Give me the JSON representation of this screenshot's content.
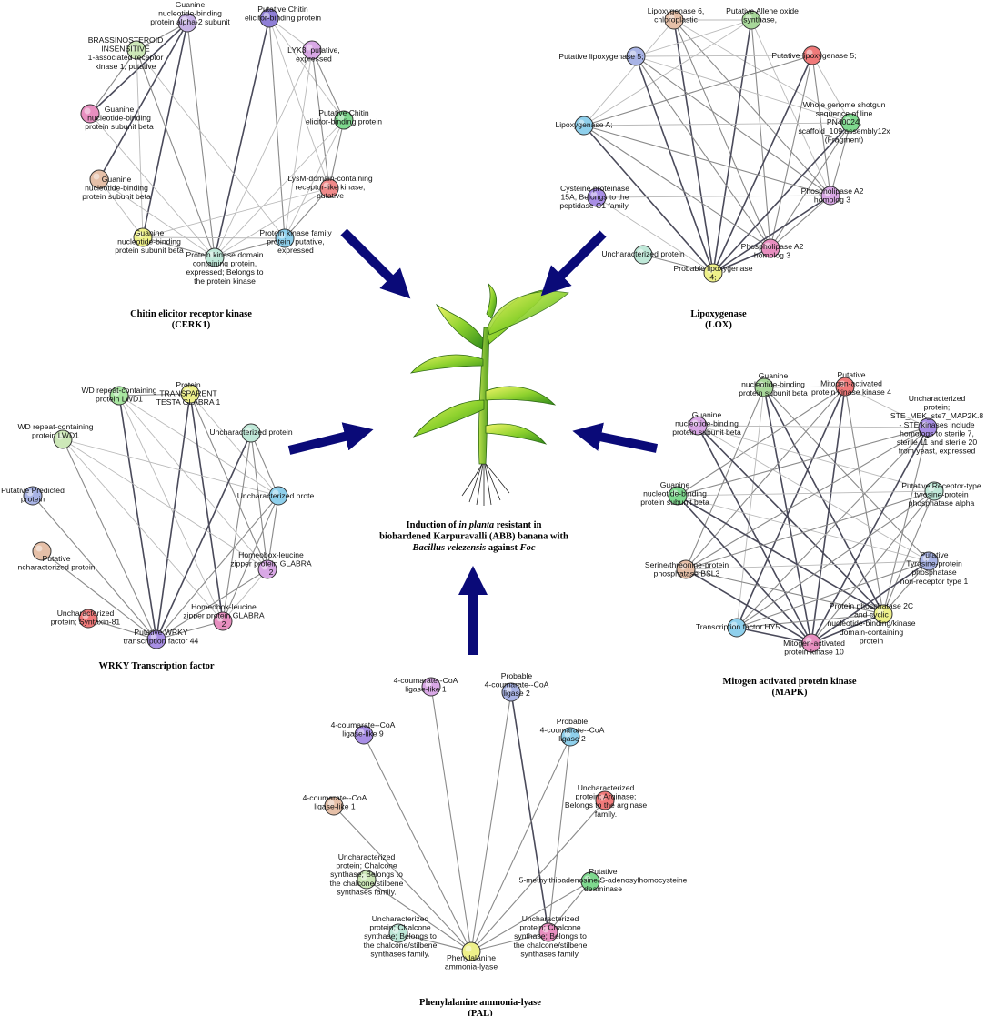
{
  "center": {
    "lines": [
      [
        {
          "t": "Induction of ",
          "i": false
        },
        {
          "t": "in planta",
          "i": true
        },
        {
          "t": " resistant in",
          "i": false
        }
      ],
      [
        {
          "t": "biohardened Karpuravalli (ABB) banana with",
          "i": false
        }
      ],
      [
        {
          "t": "Bacillus velezensis",
          "i": true
        },
        {
          "t": " against ",
          "i": false
        },
        {
          "t": "Foc",
          "i": true
        }
      ]
    ]
  },
  "networks": [
    {
      "id": "cerk1",
      "caption": [
        "Chitin elicitor receptor kinase",
        "(CERK1)"
      ],
      "nodes": [
        {
          "id": "g2",
          "label": [
            "Guanine",
            "nucleotide-binding",
            "protein alpha-2 subunit"
          ],
          "color": "#c8b3e6"
        },
        {
          "id": "pce1",
          "label": [
            "Putative Chitin",
            "elicitor-binding protein"
          ],
          "color": "#8f7fd6"
        },
        {
          "id": "bri",
          "label": [
            "BRASSINOSTEROID",
            "INSENSITIVE",
            "1-associated receptor",
            "kinase 1, putative"
          ],
          "color": "#cde8b8"
        },
        {
          "id": "lyk",
          "label": [
            "LYK3, putative,",
            "expressed"
          ],
          "color": "#d9a8e6"
        },
        {
          "id": "gb1",
          "label": [
            "Guanine",
            "nucleotide-binding",
            "protein subunit beta"
          ],
          "color": "#e88fc0"
        },
        {
          "id": "pce2",
          "label": [
            "Putative Chitin",
            "elicitor-binding protein"
          ],
          "color": "#7fd98f"
        },
        {
          "id": "gb2",
          "label": [
            "Guanine",
            "nucleotide-binding",
            "protein subunit beta"
          ],
          "color": "#e6c0a8"
        },
        {
          "id": "lysm",
          "label": [
            "LysM-domain-containing",
            "receptor-like kinase,",
            "putative"
          ],
          "color": "#f08a8a"
        },
        {
          "id": "gb3",
          "label": [
            "Guanine",
            "nucleotide-binding",
            "protein subunit beta"
          ],
          "color": "#eef08a"
        },
        {
          "id": "pkfam",
          "label": [
            "Protein kinase family",
            "protein, putative,",
            "expressed"
          ],
          "color": "#8fd0ec"
        },
        {
          "id": "pkdom",
          "label": [
            "Protein kinase domain",
            "containing protein,",
            "expressed; Belongs to",
            "the protein kinase"
          ],
          "color": "#bfe8d8"
        }
      ]
    },
    {
      "id": "lox",
      "caption": [
        "Lipoxygenase",
        "(LOX)"
      ],
      "nodes": [
        {
          "id": "lox6",
          "label": [
            "Lipoxygenase 6,",
            "chloroplastic"
          ],
          "color": "#e6c0a8"
        },
        {
          "id": "aos",
          "label": [
            "Putative Allene oxide",
            "synthase, ."
          ],
          "color": "#a8d89a"
        },
        {
          "id": "plox5a",
          "label": [
            "Putative lipoxygenase 5;"
          ],
          "color": "#a9b4e6"
        },
        {
          "id": "plox5b",
          "label": [
            "Putative lipoxygenase 5;"
          ],
          "color": "#f07a7a"
        },
        {
          "id": "wgs",
          "label": [
            "Whole genome shotgun",
            "sequence of line",
            "PN40024,",
            "scaffold_109.assembly12x",
            "(Fragment)"
          ],
          "color": "#7fd98f"
        },
        {
          "id": "loxa",
          "label": [
            "Lipoxygenase A;"
          ],
          "color": "#8fd0ec"
        },
        {
          "id": "cys",
          "label": [
            "Cysteine proteinase",
            "15A; Belongs to the",
            "peptidase C1 family."
          ],
          "color": "#a98fe6"
        },
        {
          "id": "pla1",
          "label": [
            "Phospholipase A2",
            "homolog 3"
          ],
          "color": "#d9a8e6"
        },
        {
          "id": "unc",
          "label": [
            "Uncharacterized protein"
          ],
          "color": "#bfe8d8"
        },
        {
          "id": "pla2",
          "label": [
            "Phospholipase A2",
            "homolog 3"
          ],
          "color": "#e88fc0"
        },
        {
          "id": "plox4",
          "label": [
            "Probable lipoxygenase",
            "4;"
          ],
          "color": "#eef08a"
        }
      ]
    },
    {
      "id": "wrky",
      "caption": [
        "WRKY Transcription factor"
      ],
      "nodes": [
        {
          "id": "wd1",
          "label": [
            "WD repeat-containing",
            "protein LWD1"
          ],
          "color": "#a8e6a0"
        },
        {
          "id": "ttg",
          "label": [
            "Protein",
            "TRANSPARENT",
            "TESTA GLABRA 1"
          ],
          "color": "#eef08a"
        },
        {
          "id": "wd2",
          "label": [
            "WD repeat-containing",
            "protein LWD1"
          ],
          "color": "#cde8b8"
        },
        {
          "id": "unc1",
          "label": [
            "Uncharacterized protein"
          ],
          "color": "#bfe8d8"
        },
        {
          "id": "pred",
          "label": [
            "Putative Predicted",
            "protein"
          ],
          "color": "#a9b4e6"
        },
        {
          "id": "unc2",
          "label": [
            "Uncharacterized prote"
          ],
          "color": "#8fd0ec"
        },
        {
          "id": "putunc",
          "label": [
            "Putative",
            "ncharacterized protein"
          ],
          "color": "#e6c0a8"
        },
        {
          "id": "hb1",
          "label": [
            "Homeobox-leucine",
            "zipper protein GLABRA",
            "2"
          ],
          "color": "#d9a8e6"
        },
        {
          "id": "hb2",
          "label": [
            "Homeobox-leucine",
            "zipper protein GLABRA",
            "2"
          ],
          "color": "#e88fc0"
        },
        {
          "id": "syn",
          "label": [
            "Uncharacterized",
            "protein; Syntaxin-81"
          ],
          "color": "#f07a7a"
        },
        {
          "id": "wrky44",
          "label": [
            "Putative WRKY",
            "transcription factor 44"
          ],
          "color": "#a98fe6"
        }
      ]
    },
    {
      "id": "mapk",
      "caption": [
        "Mitogen activated protein kinase",
        "(MAPK)"
      ],
      "nodes": [
        {
          "id": "gb1",
          "label": [
            "Guanine",
            "nucleotide-binding",
            "protein subunit beta"
          ],
          "color": "#a8d89a"
        },
        {
          "id": "mk4",
          "label": [
            "Putative",
            "Mitogen-activated",
            "protein kinase kinase 4"
          ],
          "color": "#f07a7a"
        },
        {
          "id": "gb2",
          "label": [
            "Guanine",
            "nucleotide-binding",
            "protein subunit beta"
          ],
          "color": "#d9a8e6"
        },
        {
          "id": "ste",
          "label": [
            "Uncharacterized",
            "protein;",
            "STE_MEK_ste7_MAP2K.8",
            "- STE kinases include",
            "homologs to sterile 7,",
            "sterile 11 and sterile 20",
            "from yeast, expressed"
          ],
          "color": "#a98fe6"
        },
        {
          "id": "gb3",
          "label": [
            "Guanine",
            "nucleotide-binding",
            "protein subunit beta"
          ],
          "color": "#7fd98f"
        },
        {
          "id": "rtk",
          "label": [
            "Putative Receptor-type",
            "tyrosine-protein",
            "phosphatase alpha"
          ],
          "color": "#bfe8d8"
        },
        {
          "id": "bsl3",
          "label": [
            "Serine/threonine-protein",
            "phosphatase BSL3"
          ],
          "color": "#e6c0a8"
        },
        {
          "id": "ptp",
          "label": [
            "Putative",
            "Tyrosine-protein",
            "phosphatase",
            "non-receptor type 1"
          ],
          "color": "#a9b4e6"
        },
        {
          "id": "pp2c",
          "label": [
            "Protein phosphatase 2C",
            "and cyclic",
            "nucleotide-binding/kinase",
            "domain-containing",
            "protein"
          ],
          "color": "#eef08a"
        },
        {
          "id": "hy5",
          "label": [
            "Transcription factor HY5"
          ],
          "color": "#8fd0ec"
        },
        {
          "id": "mk10",
          "label": [
            "Mitogen-activated",
            "protein kinase 10"
          ],
          "color": "#e88fc0"
        }
      ]
    },
    {
      "id": "pal",
      "caption": [
        "Phenylalanine ammonia-lyase",
        "(PAL)"
      ],
      "nodes": [
        {
          "id": "cl1",
          "label": [
            "4-coumarate--CoA",
            "ligase-like 1"
          ],
          "color": "#d9a8e6"
        },
        {
          "id": "p2a",
          "label": [
            "Probable",
            "4-coumarate--CoA",
            "ligase 2"
          ],
          "color": "#a9b4e6"
        },
        {
          "id": "cl9",
          "label": [
            "4-coumarate--CoA",
            "ligase-like 9"
          ],
          "color": "#a98fe6"
        },
        {
          "id": "p2b",
          "label": [
            "Probable",
            "4-coumarate--CoA",
            "ligase 2"
          ],
          "color": "#8fd0ec"
        },
        {
          "id": "cl1b",
          "label": [
            "4-coumarate--CoA",
            "ligase-like 1"
          ],
          "color": "#e6c0a8"
        },
        {
          "id": "arg",
          "label": [
            "Uncharacterized",
            "protein; Arginase;",
            "Belongs to the arginase",
            "family."
          ],
          "color": "#f07a7a"
        },
        {
          "id": "chs1",
          "label": [
            "Uncharacterized",
            "protein; Chalcone",
            "synthase; Belongs to",
            "the chalcone/stilbene",
            "synthases family."
          ],
          "color": "#cde8b8"
        },
        {
          "id": "mta",
          "label": [
            "Putative",
            "5-methylthioadenosine/S-adenosylhomocysteine",
            "deaminase"
          ],
          "color": "#7fd98f"
        },
        {
          "id": "chs2",
          "label": [
            "Uncharacterized",
            "protein; Chalcone",
            "synthase; Belongs to",
            "the chalcone/stilbene",
            "synthases family."
          ],
          "color": "#bfe8d8"
        },
        {
          "id": "chs3",
          "label": [
            "Uncharacterized",
            "protein; Chalcone",
            "synthase; Belongs to",
            "the chalcone/stilbene",
            "synthases family."
          ],
          "color": "#e88fc0"
        },
        {
          "id": "pal",
          "label": [
            "Phenylalanine",
            "ammonia-lyase"
          ],
          "color": "#eef08a"
        }
      ]
    }
  ]
}
